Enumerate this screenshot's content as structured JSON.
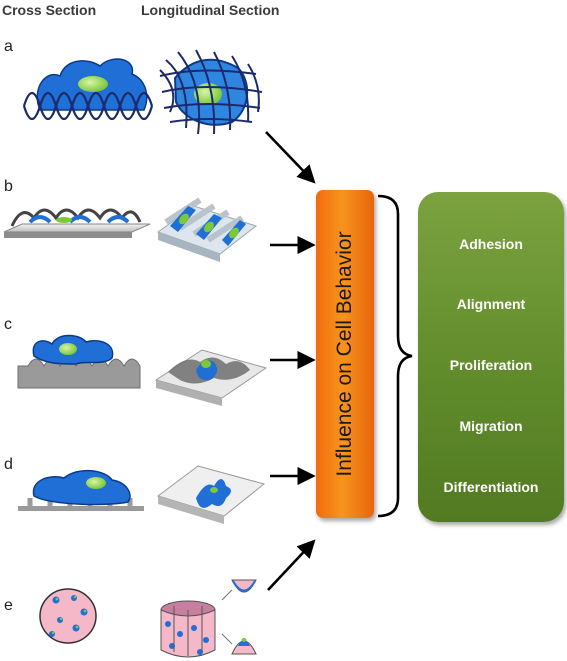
{
  "headers": {
    "cross": "Cross Section",
    "longitudinal": "Longitudinal Section"
  },
  "rows": [
    "a",
    "b",
    "c",
    "d",
    "e"
  ],
  "center_box": {
    "label": "Influence on Cell Behavior",
    "color": "#f7941d"
  },
  "outcomes": {
    "color": "#6a9a32",
    "items": [
      "Adhesion",
      "Alignment",
      "Proliferation",
      "Migration",
      "Differentiation"
    ]
  },
  "colors": {
    "cell": "#1f6fd6",
    "nucleus": "#8fd64a",
    "fiber": "#1b2a6b",
    "substrate": "#9a9a9a",
    "pink": "#f4b8c8"
  }
}
